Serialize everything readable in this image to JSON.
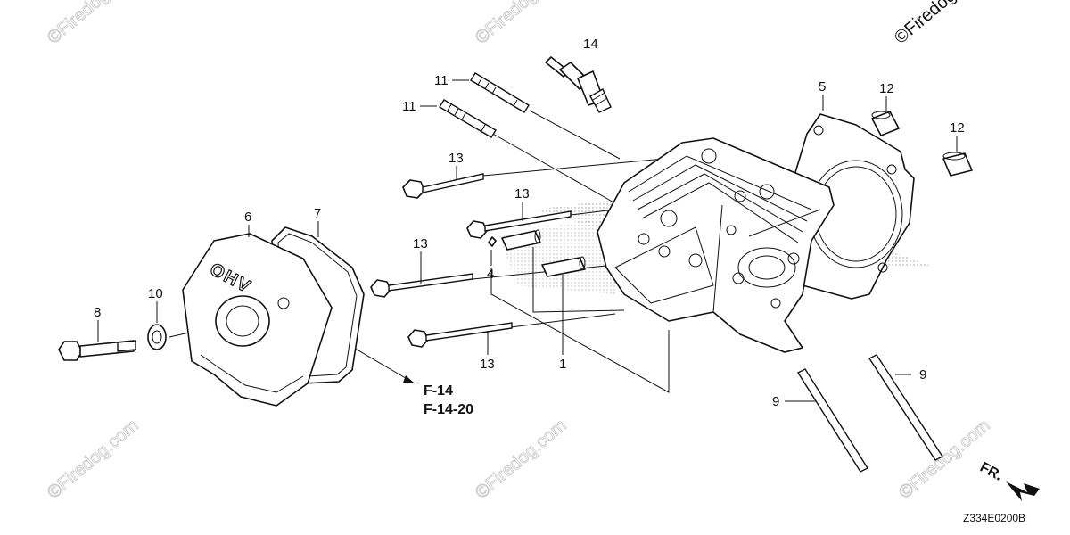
{
  "diagram": {
    "labels": {
      "p1": "1",
      "p4": "4",
      "p5": "5",
      "p6": "6",
      "p7": "7",
      "p8": "8",
      "p9a": "9",
      "p9b": "9",
      "p10": "10",
      "p11a": "11",
      "p11b": "11",
      "p12a": "12",
      "p12b": "12",
      "p13a": "13",
      "p13b": "13",
      "p13c": "13",
      "p13d": "13",
      "p14": "14"
    },
    "references": [
      "F-14",
      "F-14-20"
    ],
    "cover_text": "OHV",
    "front_marker": "FR.",
    "diagram_code": "Z334E0200B",
    "watermark": "©Firedog.com",
    "watermark_corner": "©Firedog"
  }
}
